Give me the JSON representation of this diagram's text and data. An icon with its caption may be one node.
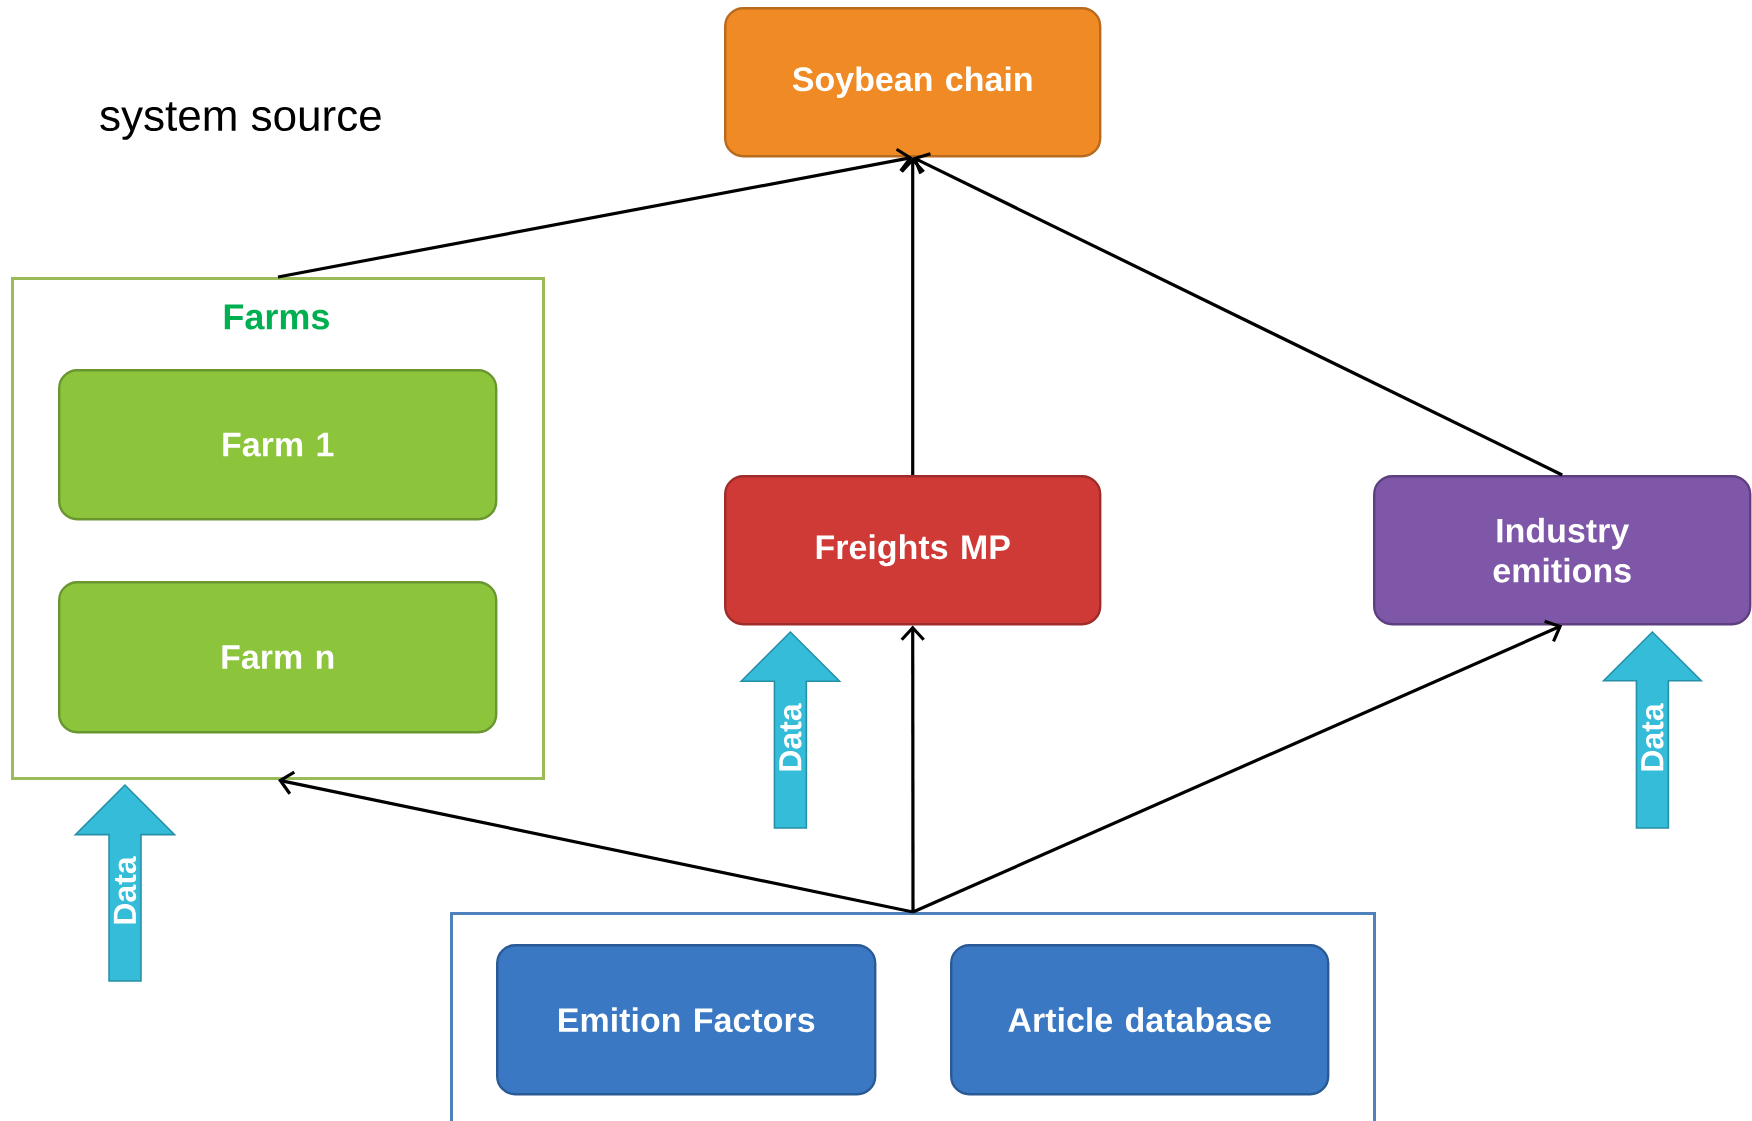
{
  "diagram": {
    "nodes": [
      {
        "text": [
          "Soybean chain"
        ]
      },
      {
        "text": [
          "Farms"
        ]
      },
      {
        "text": [
          "Farm 1"
        ],
        "in": 1
      },
      {
        "text": [
          "Farm n"
        ],
        "in": 1
      },
      {
        "text": [
          "Freights MP"
        ]
      },
      {
        "text": [
          "Industry emitions"
        ]
      },
      {
        "text": [],
        "shape": "box"
      },
      {
        "text": [
          "Emition Factors"
        ],
        "in": 6
      },
      {
        "text": [
          "Article database"
        ],
        "in": 6
      },
      {
        "text": [
          "Data"
        ]
      },
      {
        "text": [
          "Data"
        ]
      },
      {
        "text": [
          "Data"
        ]
      }
    ],
    "edges": [
      {
        "from": 1,
        "to": 0,
        "arrow": "to"
      },
      {
        "from": 4,
        "to": 0,
        "arrow": "to"
      },
      {
        "from": 5,
        "to": 0,
        "arrow": "to"
      },
      {
        "from": 6,
        "to": 1,
        "arrow": "to"
      },
      {
        "from": 6,
        "to": 4,
        "arrow": "to"
      },
      {
        "from": 6,
        "to": 5,
        "arrow": "to"
      }
    ],
    "labels": [
      "system source"
    ]
  }
}
